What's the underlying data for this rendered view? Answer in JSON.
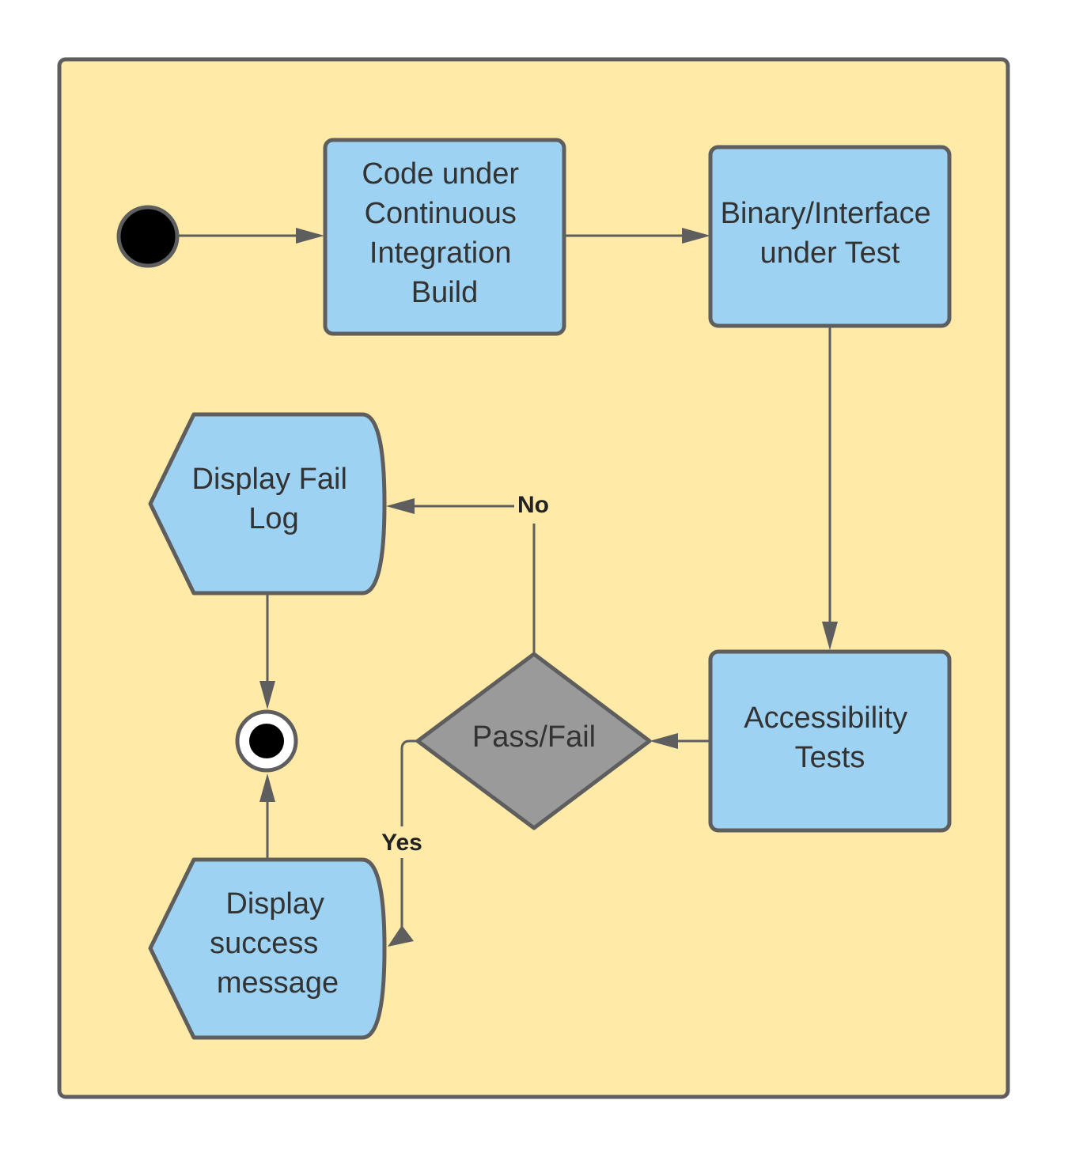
{
  "colors": {
    "background": "#ffffff",
    "swimlane_fill": "#ffeaa7",
    "activity_fill": "#9dd2f2",
    "decision_fill": "#9a9a9a",
    "stroke": "#5e5e5e",
    "node_dot": "#000000"
  },
  "nodes": {
    "build": {
      "lines": [
        "Code under",
        "Continuous",
        "Integration",
        "Build"
      ]
    },
    "binary": {
      "lines": [
        "Binary/Interface",
        "under Test"
      ]
    },
    "accessibility": {
      "lines": [
        "Accessibility",
        "Tests"
      ]
    },
    "decision": {
      "lines": [
        "Pass/Fail"
      ]
    },
    "fail_log": {
      "lines": [
        "Display Fail",
        "Log"
      ]
    },
    "success": {
      "lines": [
        "Display",
        "success",
        "message"
      ]
    }
  },
  "edges": {
    "no_label": "No",
    "yes_label": "Yes"
  }
}
